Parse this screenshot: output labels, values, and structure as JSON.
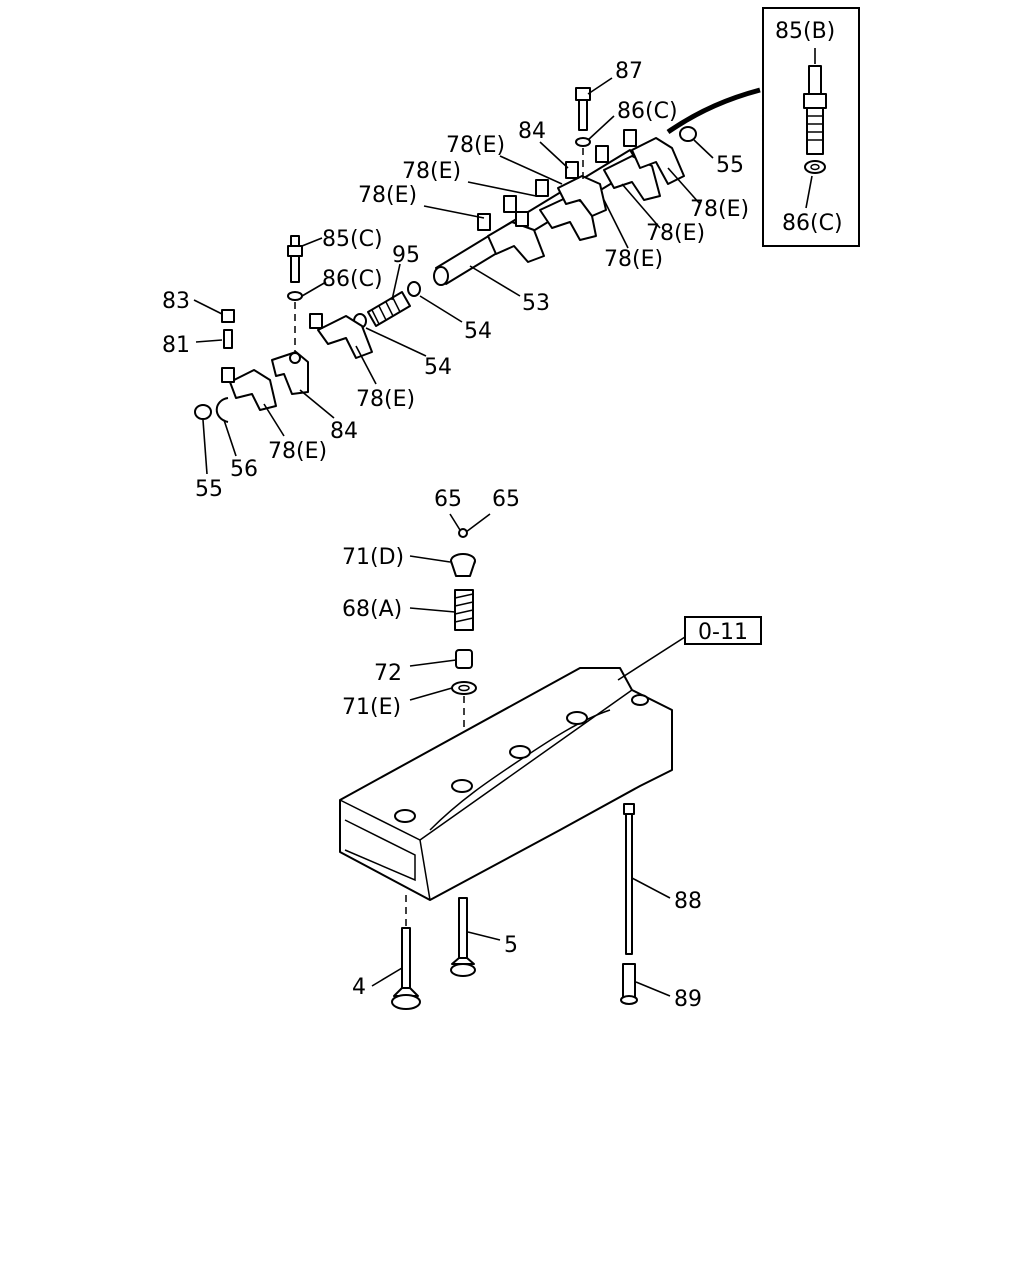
{
  "callouts": [
    {
      "id": "c87",
      "text": "87"
    },
    {
      "id": "c86c_top",
      "text": "86(C)"
    },
    {
      "id": "c78e_a",
      "text": "78(E)"
    },
    {
      "id": "c84_top",
      "text": "84"
    },
    {
      "id": "c78e_b",
      "text": "78(E)"
    },
    {
      "id": "c78e_c",
      "text": "78(E)"
    },
    {
      "id": "c55_right",
      "text": "55"
    },
    {
      "id": "c78e_d",
      "text": "78(E)"
    },
    {
      "id": "c78e_e",
      "text": "78(E)"
    },
    {
      "id": "c78e_f",
      "text": "78(E)"
    },
    {
      "id": "c85c",
      "text": "85(C)"
    },
    {
      "id": "c95",
      "text": "95"
    },
    {
      "id": "c86c_mid",
      "text": "86(C)"
    },
    {
      "id": "c53",
      "text": "53"
    },
    {
      "id": "c83",
      "text": "83"
    },
    {
      "id": "c54_a",
      "text": "54"
    },
    {
      "id": "c81",
      "text": "81"
    },
    {
      "id": "c54_b",
      "text": "54"
    },
    {
      "id": "c78e_g",
      "text": "78(E)"
    },
    {
      "id": "c84_low",
      "text": "84"
    },
    {
      "id": "c78e_h",
      "text": "78(E)"
    },
    {
      "id": "c56",
      "text": "56"
    },
    {
      "id": "c55_left",
      "text": "55"
    },
    {
      "id": "c65_a",
      "text": "65"
    },
    {
      "id": "c65_b",
      "text": "65"
    },
    {
      "id": "c71d",
      "text": "71(D)"
    },
    {
      "id": "c68a",
      "text": "68(A)"
    },
    {
      "id": "c72",
      "text": "72"
    },
    {
      "id": "c71e",
      "text": "71(E)"
    },
    {
      "id": "c88",
      "text": "88"
    },
    {
      "id": "c5",
      "text": "5"
    },
    {
      "id": "c4",
      "text": "4"
    },
    {
      "id": "c89",
      "text": "89"
    }
  ],
  "inset": {
    "label_top": "85(B)",
    "label_bottom": "86(C)"
  },
  "reference_box": "0-11"
}
